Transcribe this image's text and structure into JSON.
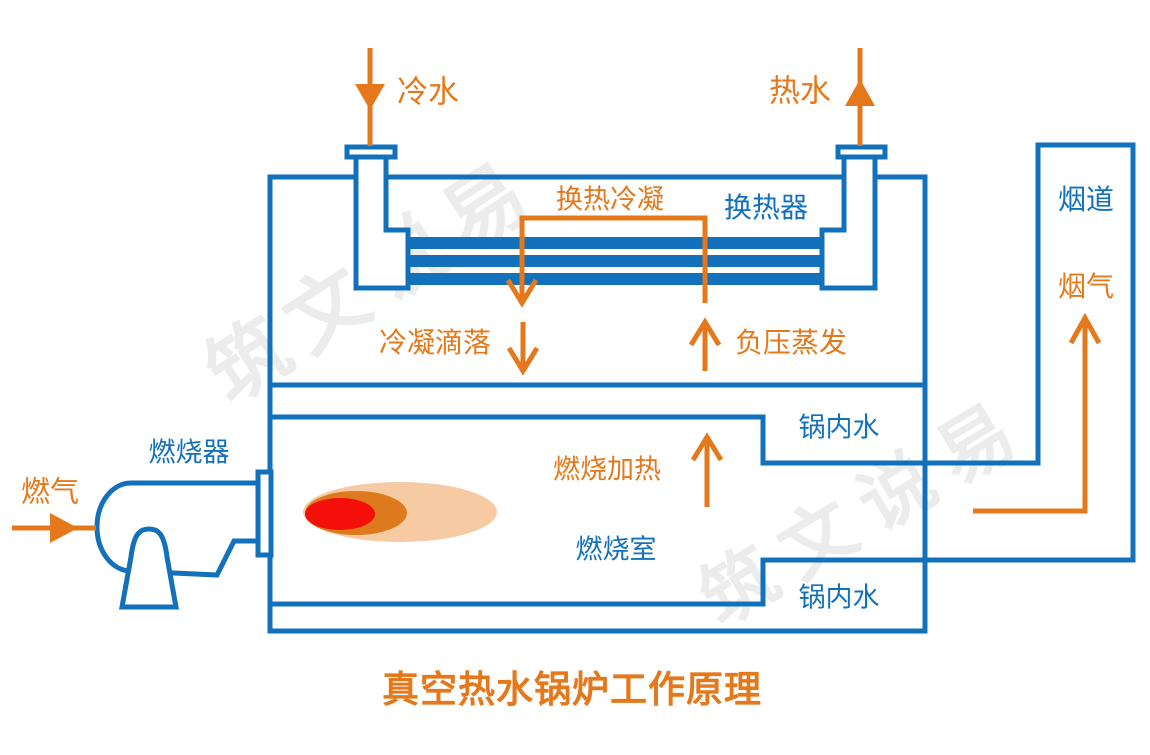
{
  "title": "真空热水锅炉工作原理",
  "watermark": {
    "text": "筑文说易"
  },
  "colors": {
    "line_blue": "#1371BC",
    "accent_orange": "#E5781A",
    "flame_outer": "#F6CBA4",
    "flame_mid": "#DD7A1E",
    "flame_core": "#F40F0B",
    "watermark_gray": "#ECECEC"
  },
  "labels": {
    "cold_water": "冷水",
    "hot_water": "热水",
    "hx_condense": "换热冷凝",
    "heat_exchanger": "换热器",
    "flue_duct": "烟道",
    "flue_gas": "烟气",
    "condensate_drip": "冷凝滴落",
    "vacuum_evaporation": "负压蒸发",
    "boiler_water_upper": "锅内水",
    "boiler_water_lower": "锅内水",
    "combustion_heating": "燃烧加热",
    "combustion_chamber": "燃烧室",
    "burner": "燃烧器",
    "gas": "燃气"
  }
}
